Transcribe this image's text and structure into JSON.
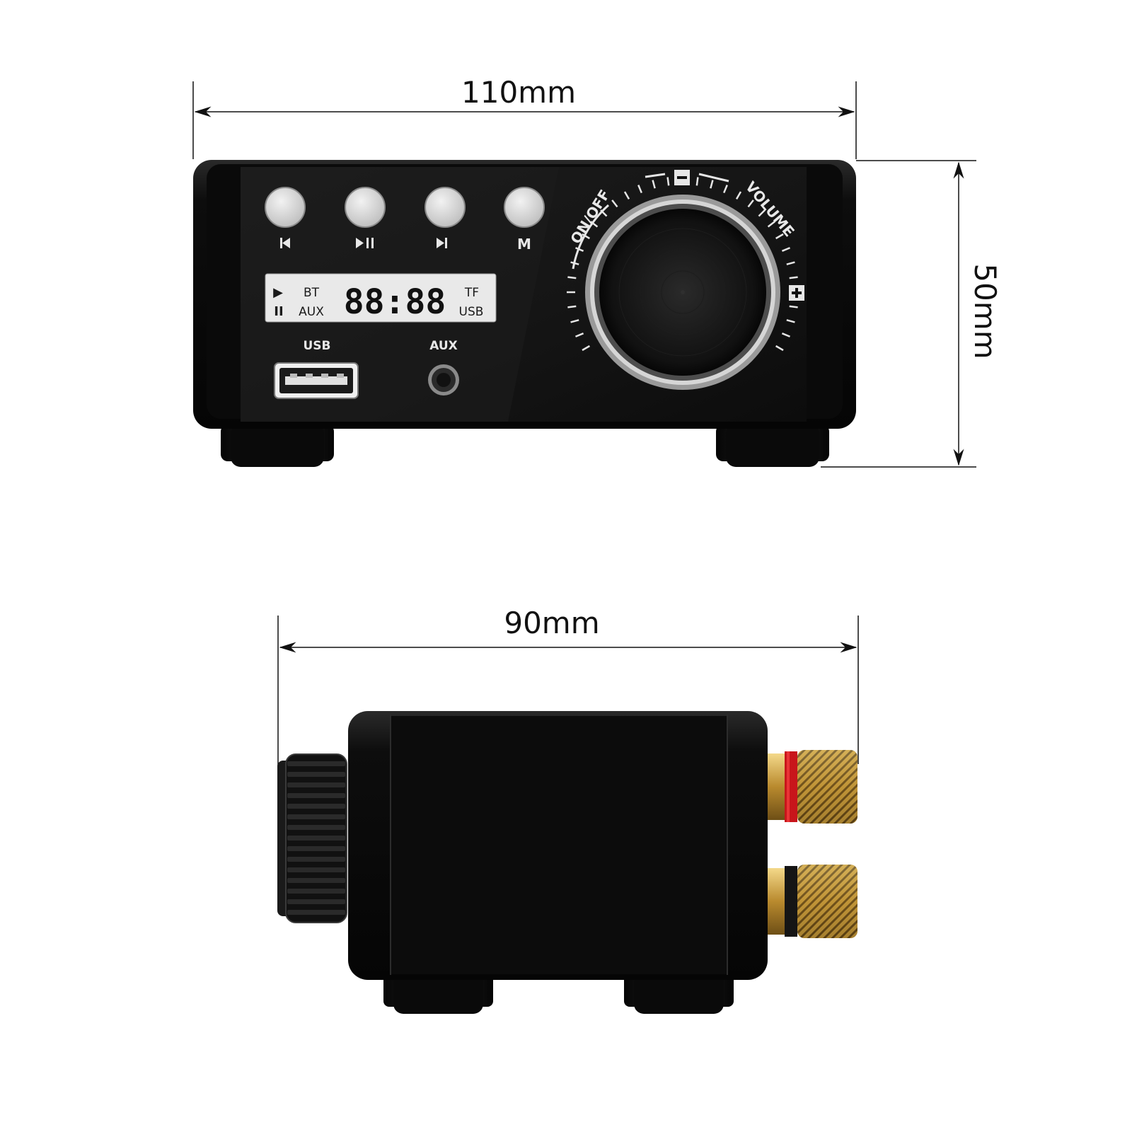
{
  "dimensions": {
    "front_width": "110mm",
    "front_height": "50mm",
    "side_depth": "90mm"
  },
  "front_panel": {
    "buttons": [
      {
        "icon": "previous-track-icon"
      },
      {
        "icon": "play-pause-icon"
      },
      {
        "icon": "next-track-icon"
      },
      {
        "icon": "mode-icon",
        "label": "M"
      }
    ],
    "display": {
      "play_symbol": "▶",
      "pause_symbol": "II",
      "source_bt": "BT",
      "source_aux": "AUX",
      "digits": "88:88",
      "source_tf": "TF",
      "source_usb": "USB"
    },
    "usb_port_label": "USB",
    "aux_port_label": "AUX",
    "knob": {
      "power_label": "ON/OFF",
      "volume_label": "VOLUME",
      "minus_symbol": "−",
      "plus_symbol": "+"
    }
  },
  "colors": {
    "body": "#0b0b0b",
    "panel": "#121212",
    "button": "#d0d0d0",
    "lcd": "#e9e9e9",
    "terminal_red": "#c8151b",
    "terminal_black": "#151515",
    "terminal_gold": "#c9a24a"
  }
}
